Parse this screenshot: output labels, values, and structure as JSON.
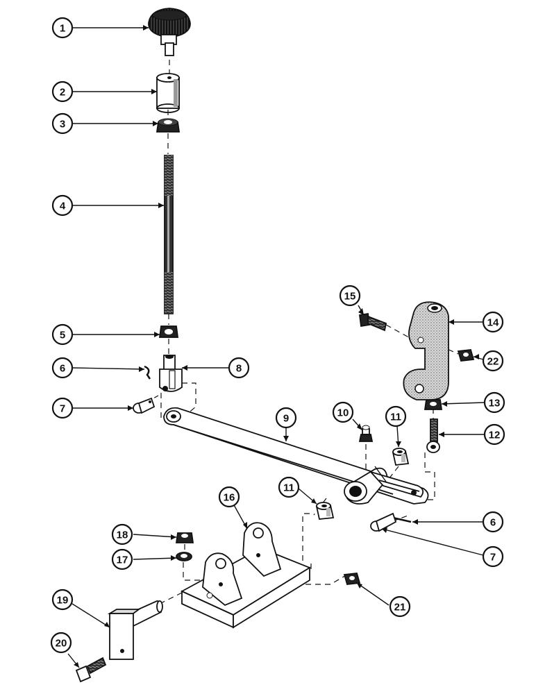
{
  "callouts": [
    {
      "id": "c1",
      "label": "1"
    },
    {
      "id": "c2",
      "label": "2"
    },
    {
      "id": "c3",
      "label": "3"
    },
    {
      "id": "c4",
      "label": "4"
    },
    {
      "id": "c5",
      "label": "5"
    },
    {
      "id": "c6a",
      "label": "6"
    },
    {
      "id": "c7a",
      "label": "7"
    },
    {
      "id": "c8",
      "label": "8"
    },
    {
      "id": "c9",
      "label": "9"
    },
    {
      "id": "c10",
      "label": "10"
    },
    {
      "id": "c11a",
      "label": "11"
    },
    {
      "id": "c11b",
      "label": "11"
    },
    {
      "id": "c12",
      "label": "12"
    },
    {
      "id": "c13",
      "label": "13"
    },
    {
      "id": "c14",
      "label": "14"
    },
    {
      "id": "c15",
      "label": "15"
    },
    {
      "id": "c16",
      "label": "16"
    },
    {
      "id": "c17",
      "label": "17"
    },
    {
      "id": "c18",
      "label": "18"
    },
    {
      "id": "c19",
      "label": "19"
    },
    {
      "id": "c20",
      "label": "20"
    },
    {
      "id": "c21",
      "label": "21"
    },
    {
      "id": "c22",
      "label": "22"
    },
    {
      "id": "c6b",
      "label": "6"
    },
    {
      "id": "c7b",
      "label": "7"
    }
  ]
}
